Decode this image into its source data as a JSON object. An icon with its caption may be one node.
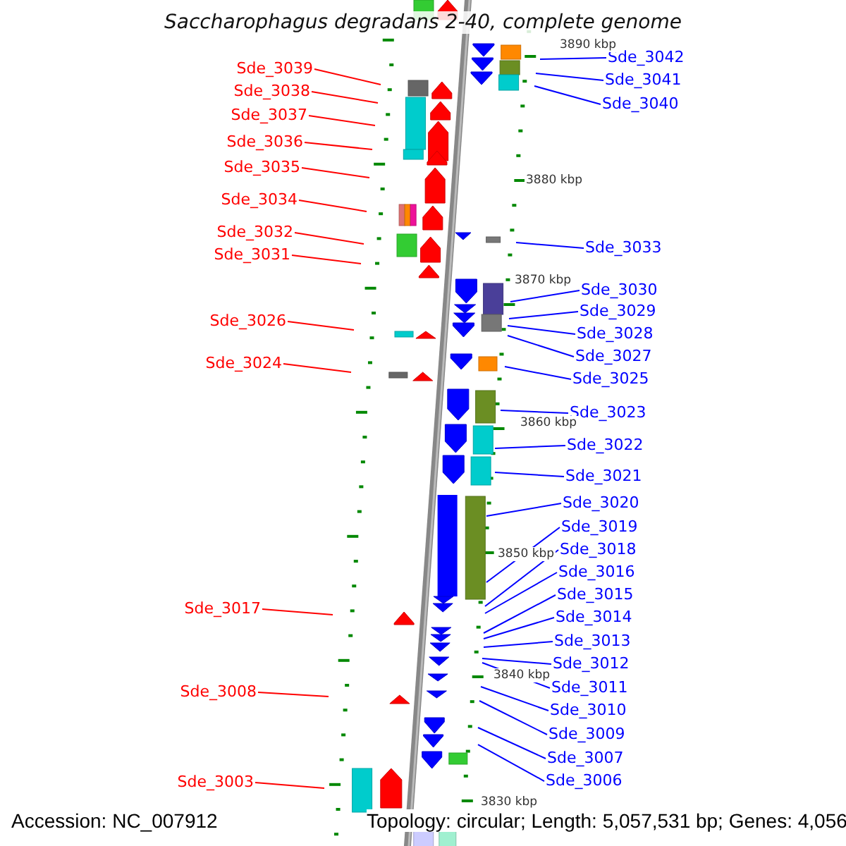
{
  "diagram": {
    "title": "Saccharophagus degradans 2-40, complete genome",
    "nodes": [
      {
        "text": [
          "Sde_3039"
        ]
      },
      {
        "text": [
          "Sde_3038"
        ]
      },
      {
        "text": [
          "Sde_3037"
        ]
      },
      {
        "text": [
          "Sde_3036"
        ]
      },
      {
        "text": [
          "Sde_3035"
        ]
      },
      {
        "text": [
          "Sde_3034"
        ]
      },
      {
        "text": [
          "Sde_3032"
        ]
      },
      {
        "text": [
          "Sde_3031"
        ]
      },
      {
        "text": [
          "Sde_3026"
        ]
      },
      {
        "text": [
          "Sde_3024"
        ]
      },
      {
        "text": [
          "Sde_3017"
        ]
      },
      {
        "text": [
          "Sde_3008"
        ]
      },
      {
        "text": [
          "Sde_3003"
        ]
      },
      {
        "text": [
          "Sde_3042"
        ]
      },
      {
        "text": [
          "Sde_3041"
        ]
      },
      {
        "text": [
          "Sde_3040"
        ]
      },
      {
        "text": [
          "Sde_3033"
        ]
      },
      {
        "text": [
          "Sde_3030"
        ]
      },
      {
        "text": [
          "Sde_3029"
        ]
      },
      {
        "text": [
          "Sde_3028"
        ]
      },
      {
        "text": [
          "Sde_3027"
        ]
      },
      {
        "text": [
          "Sde_3025"
        ]
      },
      {
        "text": [
          "Sde_3023"
        ]
      },
      {
        "text": [
          "Sde_3022"
        ]
      },
      {
        "text": [
          "Sde_3021"
        ]
      },
      {
        "text": [
          "Sde_3020"
        ]
      },
      {
        "text": [
          "Sde_3019"
        ]
      },
      {
        "text": [
          "Sde_3018"
        ]
      },
      {
        "text": [
          "Sde_3016"
        ]
      },
      {
        "text": [
          "Sde_3015"
        ]
      },
      {
        "text": [
          "Sde_3014"
        ]
      },
      {
        "text": [
          "Sde_3013"
        ]
      },
      {
        "text": [
          "Sde_3012"
        ]
      },
      {
        "text": [
          "Sde_3011"
        ]
      },
      {
        "text": [
          "Sde_3010"
        ]
      },
      {
        "text": [
          "Sde_3009"
        ]
      },
      {
        "text": [
          "Sde_3007"
        ]
      },
      {
        "text": [
          "Sde_3006"
        ]
      }
    ],
    "edges": [
      {
        "from": 0,
        "to": null,
        "arrow": "none",
        "color": "#ff0000"
      },
      {
        "from": 1,
        "to": null,
        "arrow": "none",
        "color": "#ff0000"
      },
      {
        "from": 2,
        "to": null,
        "arrow": "none",
        "color": "#ff0000"
      },
      {
        "from": 3,
        "to": null,
        "arrow": "none",
        "color": "#ff0000"
      },
      {
        "from": 4,
        "to": null,
        "arrow": "none",
        "color": "#ff0000"
      },
      {
        "from": 5,
        "to": null,
        "arrow": "none",
        "color": "#ff0000"
      },
      {
        "from": 6,
        "to": null,
        "arrow": "none",
        "color": "#ff0000"
      },
      {
        "from": 7,
        "to": null,
        "arrow": "none",
        "color": "#ff0000"
      },
      {
        "from": 8,
        "to": null,
        "arrow": "none",
        "color": "#ff0000"
      },
      {
        "from": 9,
        "to": null,
        "arrow": "none",
        "color": "#ff0000"
      },
      {
        "from": 10,
        "to": null,
        "arrow": "none",
        "color": "#ff0000"
      },
      {
        "from": 11,
        "to": null,
        "arrow": "none",
        "color": "#ff0000"
      },
      {
        "from": 12,
        "to": null,
        "arrow": "none",
        "color": "#ff0000"
      },
      {
        "from": 13,
        "to": null,
        "arrow": "none"
      },
      {
        "from": 14,
        "to": null,
        "arrow": "none"
      },
      {
        "from": 15,
        "to": null,
        "arrow": "none"
      },
      {
        "from": 16,
        "to": null,
        "arrow": "none"
      },
      {
        "from": 17,
        "to": null,
        "arrow": "none"
      },
      {
        "from": 18,
        "to": null,
        "arrow": "none"
      },
      {
        "from": 19,
        "to": null,
        "arrow": "none"
      },
      {
        "from": 20,
        "to": null,
        "arrow": "none"
      },
      {
        "from": 21,
        "to": null,
        "arrow": "none"
      },
      {
        "from": 22,
        "to": null,
        "arrow": "none"
      },
      {
        "from": 23,
        "to": null,
        "arrow": "none"
      },
      {
        "from": 24,
        "to": null,
        "arrow": "none"
      },
      {
        "from": 25,
        "to": null,
        "arrow": "none"
      },
      {
        "from": 26,
        "to": null,
        "arrow": "none"
      },
      {
        "from": 27,
        "to": null,
        "arrow": "none"
      },
      {
        "from": 28,
        "to": null,
        "arrow": "none"
      },
      {
        "from": 29,
        "to": null,
        "arrow": "none"
      },
      {
        "from": 30,
        "to": null,
        "arrow": "none"
      },
      {
        "from": 31,
        "to": null,
        "arrow": "none"
      },
      {
        "from": 32,
        "to": null,
        "arrow": "none"
      },
      {
        "from": 33,
        "to": null,
        "arrow": "none"
      },
      {
        "from": 34,
        "to": null,
        "arrow": "none"
      },
      {
        "from": 35,
        "to": null,
        "arrow": "none"
      },
      {
        "from": 36,
        "to": null,
        "arrow": "none"
      },
      {
        "from": 37,
        "to": null,
        "arrow": "none"
      }
    ],
    "labels": [
      "3890 kbp",
      "3880 kbp",
      "3870 kbp",
      "3860 kbp",
      "3850 kbp",
      "3840 kbp",
      "3830 kbp",
      "Accession: NC_007912",
      "Topology: circular; Length: 5,057,531 bp; Genes: 4,056"
    ]
  }
}
